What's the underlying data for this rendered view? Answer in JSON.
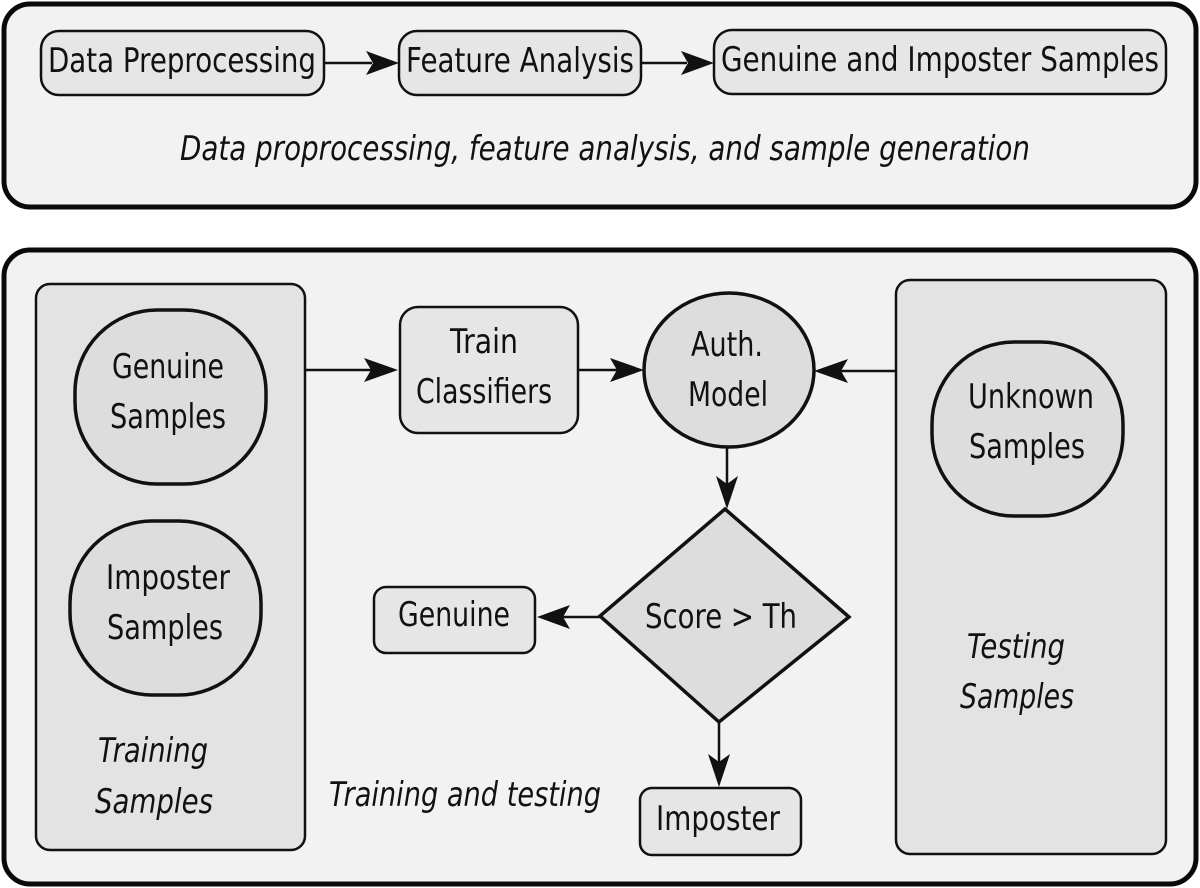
{
  "top_panel": {
    "steps": [
      "Data Preprocessing",
      "Feature Analysis",
      "Genuine and Imposter Samples"
    ],
    "caption": "Data proprocessing, feature analysis, and sample generation"
  },
  "bottom_panel": {
    "training_group": {
      "genuine_node": [
        "Genuine",
        "Samples"
      ],
      "imposter_node": [
        "Imposter",
        "Samples"
      ],
      "caption": [
        "Training",
        "Samples"
      ]
    },
    "train_classifiers": [
      "Train",
      "Classifiers"
    ],
    "auth_model": [
      "Auth.",
      "Model"
    ],
    "decision": "Score > Th",
    "genuine_outcome": "Genuine",
    "imposter_outcome": "Imposter",
    "center_caption": "Training and testing",
    "testing_group": {
      "unknown_node": [
        "Unknown",
        "Samples"
      ],
      "caption": [
        "Testing",
        "Samples"
      ]
    }
  }
}
